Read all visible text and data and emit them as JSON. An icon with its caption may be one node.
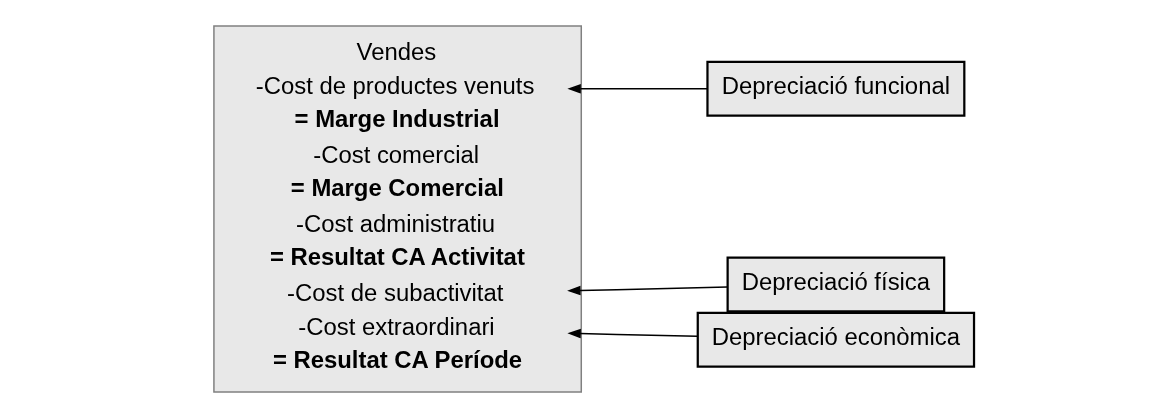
{
  "diagram": {
    "nodes": [
      {
        "text": [],
        "shape": "box"
      },
      {
        "text": [
          "Vendes"
        ],
        "in": 0
      },
      {
        "text": [
          "-Cost de productes venuts"
        ],
        "in": 0
      },
      {
        "text": [
          "**= Marge Industrial**"
        ],
        "in": 0
      },
      {
        "text": [
          "-Cost comercial"
        ],
        "in": 0
      },
      {
        "text": [
          "**= Marge Comercial**"
        ],
        "in": 0
      },
      {
        "text": [
          "-Cost administratiu"
        ],
        "in": 0
      },
      {
        "text": [
          "**= Resultat CA Activitat**"
        ],
        "in": 0
      },
      {
        "text": [
          "-Cost de subactivitat"
        ],
        "in": 0
      },
      {
        "text": [
          "-Cost extraordinari"
        ],
        "in": 0
      },
      {
        "text": [
          "**= Resultat CA Període**"
        ],
        "in": 0
      },
      {
        "text": [
          "Depreciació funcional"
        ]
      },
      {
        "text": [
          "Depreciació física"
        ]
      },
      {
        "text": [
          "Depreciació econòmica"
        ]
      }
    ],
    "edges": [
      {
        "from": 11,
        "to": 2,
        "arrow": "to"
      },
      {
        "from": 12,
        "to": 8,
        "arrow": "to"
      },
      {
        "from": 13,
        "to": 9,
        "arrow": "to"
      }
    ]
  }
}
